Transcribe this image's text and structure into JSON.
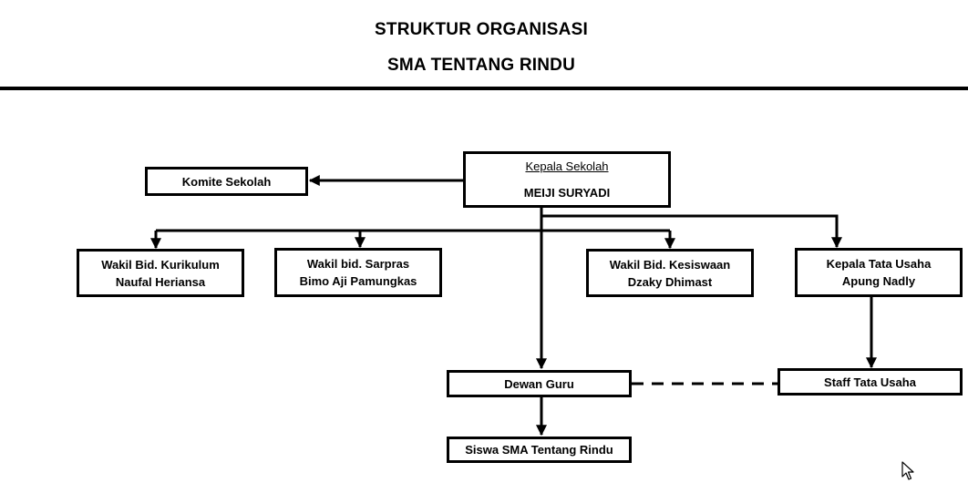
{
  "header": {
    "title": "STRUKTUR ORGANISASI",
    "subtitle": "SMA TENTANG RINDU"
  },
  "nodes": {
    "kepala_sekolah": {
      "role": "Kepala Sekolah",
      "name": "MEIJI SURYADI"
    },
    "komite": {
      "label": "Komite Sekolah"
    },
    "wakil_kurikulum": {
      "role": "Wakil Bid. Kurikulum",
      "name": "Naufal Heriansa"
    },
    "wakil_sarpras": {
      "role": "Wakil bid. Sarpras",
      "name": "Bimo Aji Pamungkas"
    },
    "wakil_kesiswaan": {
      "role": "Wakil Bid. Kesiswaan",
      "name": "Dzaky Dhimast"
    },
    "kepala_tu": {
      "role": "Kepala Tata Usaha",
      "name": "Apung Nadly"
    },
    "dewan_guru": {
      "label": "Dewan Guru"
    },
    "staff_tu": {
      "label": "Staff Tata Usaha"
    },
    "siswa": {
      "label": "Siswa SMA Tentang Rindu"
    }
  },
  "icons": {
    "cursor": "mouse-pointer-icon"
  },
  "colors": {
    "line": "#000000",
    "background": "#ffffff"
  }
}
